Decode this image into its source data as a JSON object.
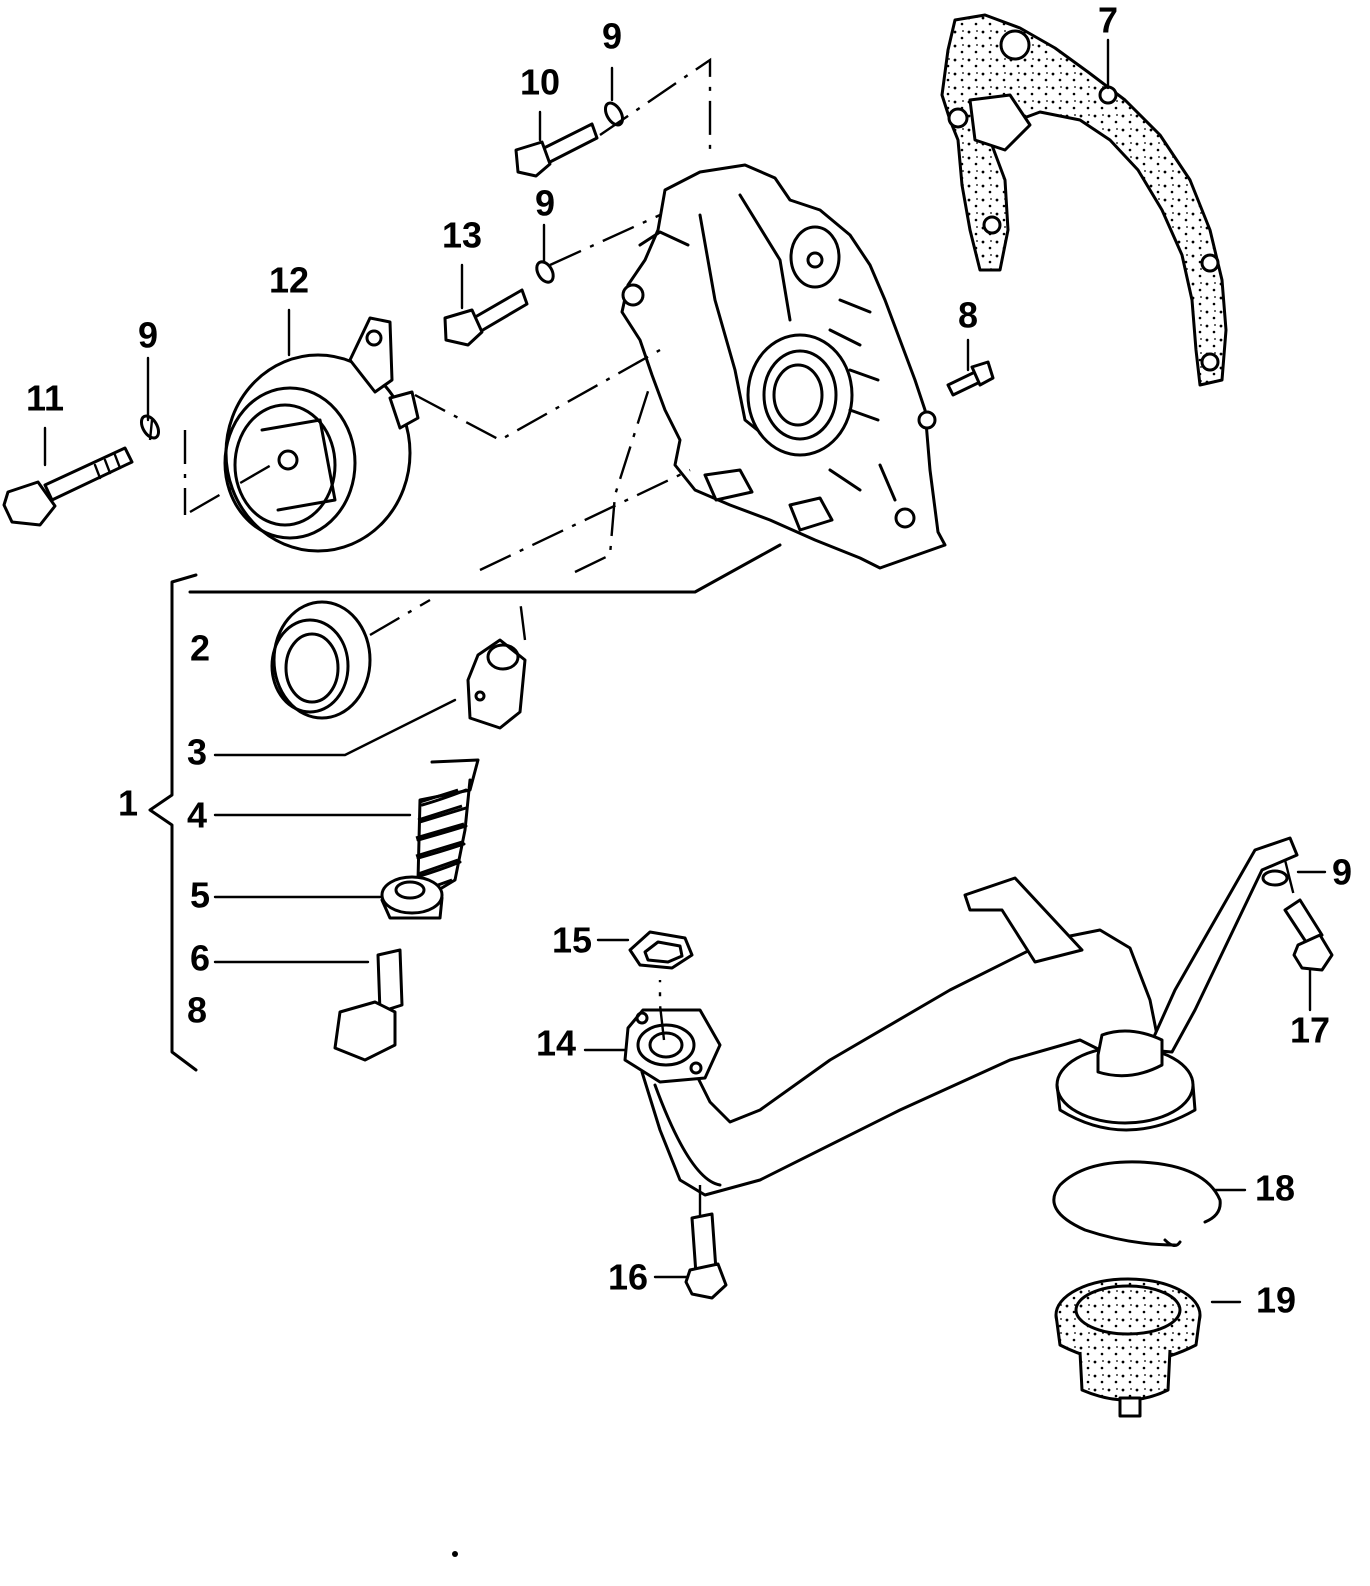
{
  "callouts": {
    "c1": "1",
    "c2": "2",
    "c3": "3",
    "c4": "4",
    "c5": "5",
    "c6": "6",
    "c7": "7",
    "c8a": "8",
    "c8b": "8",
    "c9a": "9",
    "c9b": "9",
    "c9c": "9",
    "c9d": "9",
    "c10": "10",
    "c11": "11",
    "c12": "12",
    "c13": "13",
    "c14": "14",
    "c15": "15",
    "c16": "16",
    "c17": "17",
    "c18": "18",
    "c19": "19"
  }
}
